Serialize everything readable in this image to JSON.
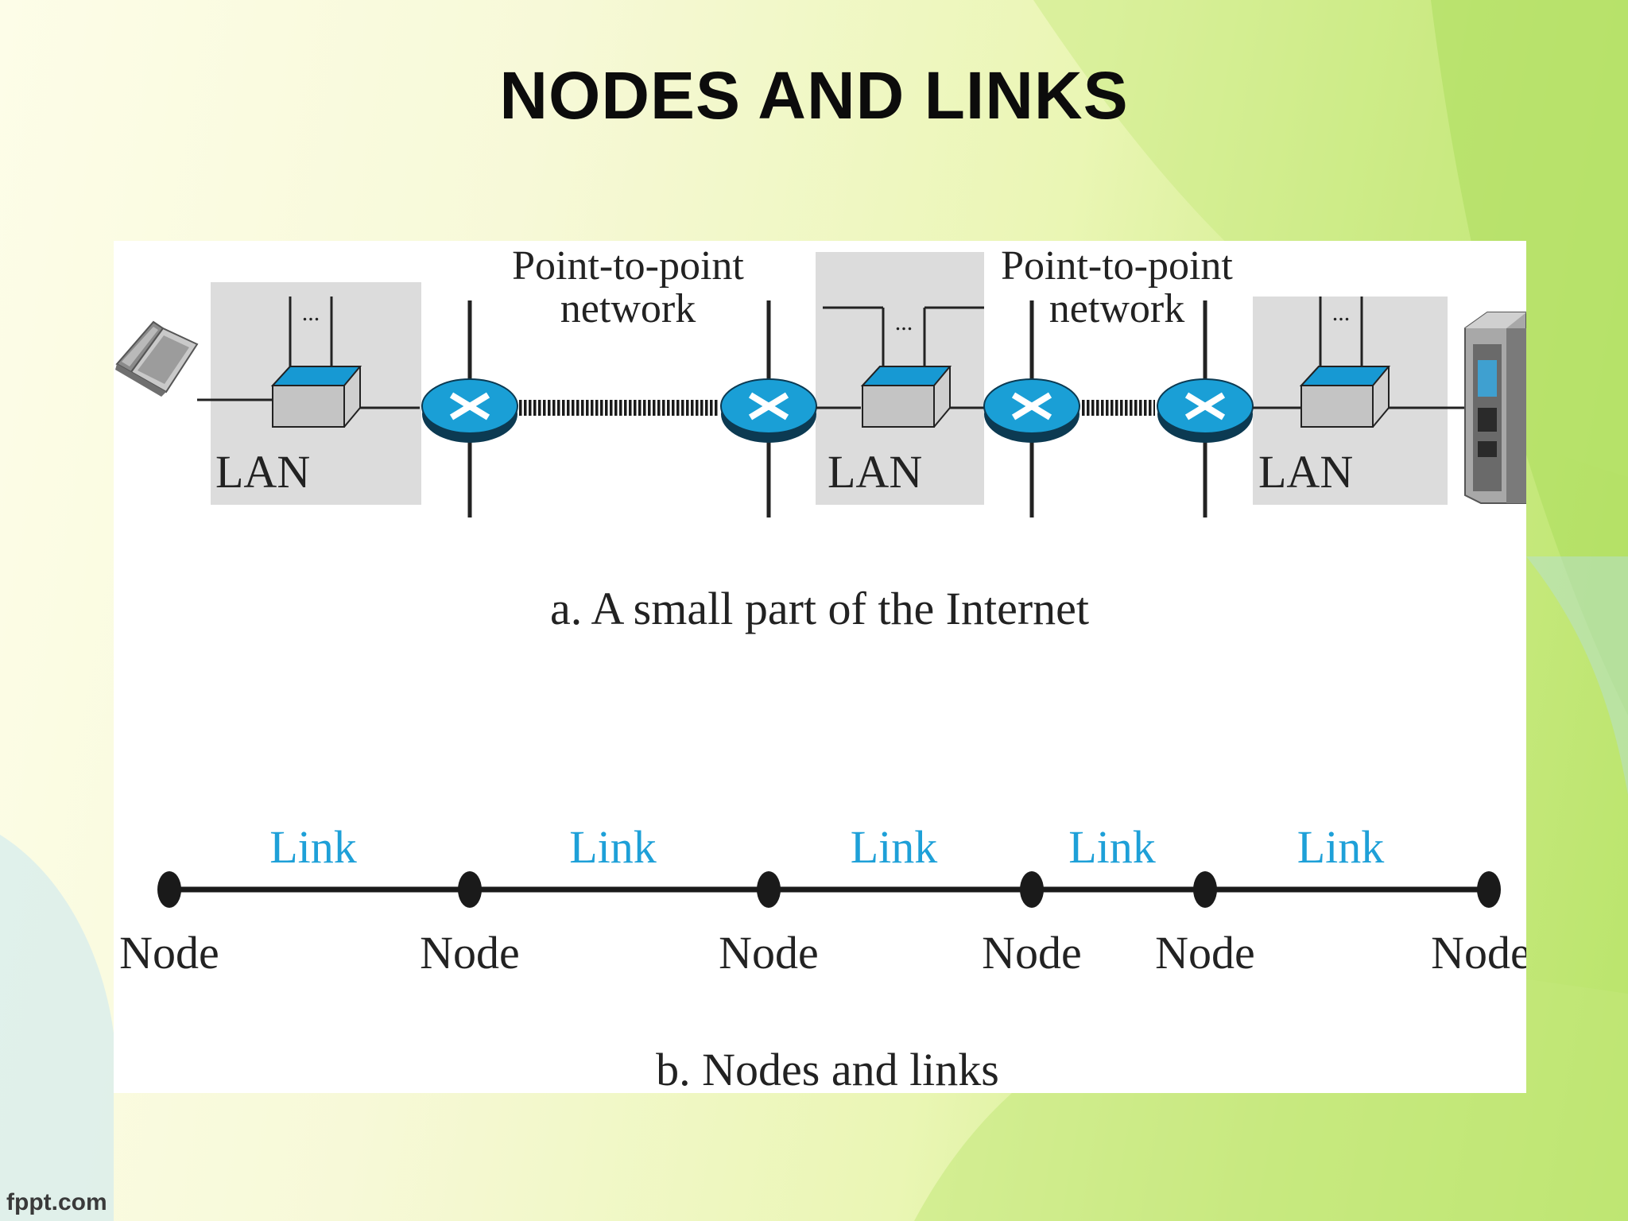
{
  "slide": {
    "title": "NODES AND LINKS",
    "footer": "fppt.com"
  },
  "diagram_a": {
    "caption": "a. A small part of the Internet",
    "p2p_label_line1": "Point-to-point",
    "p2p_label_line2": "network",
    "lan_label": "LAN",
    "switch_ellipsis": "...",
    "colors": {
      "router": "#1a9fd6",
      "switch_top": "#1799d3",
      "lan_box": "#dcdcdc"
    }
  },
  "diagram_b": {
    "caption": "b. Nodes and links",
    "node_label": "Node",
    "link_label": "Link",
    "nodes": [
      "Node",
      "Node",
      "Node",
      "Node",
      "Node",
      "Node"
    ],
    "links": [
      "Link",
      "Link",
      "Link",
      "Link",
      "Link"
    ],
    "colors": {
      "link_text": "#1ea0d8"
    }
  }
}
